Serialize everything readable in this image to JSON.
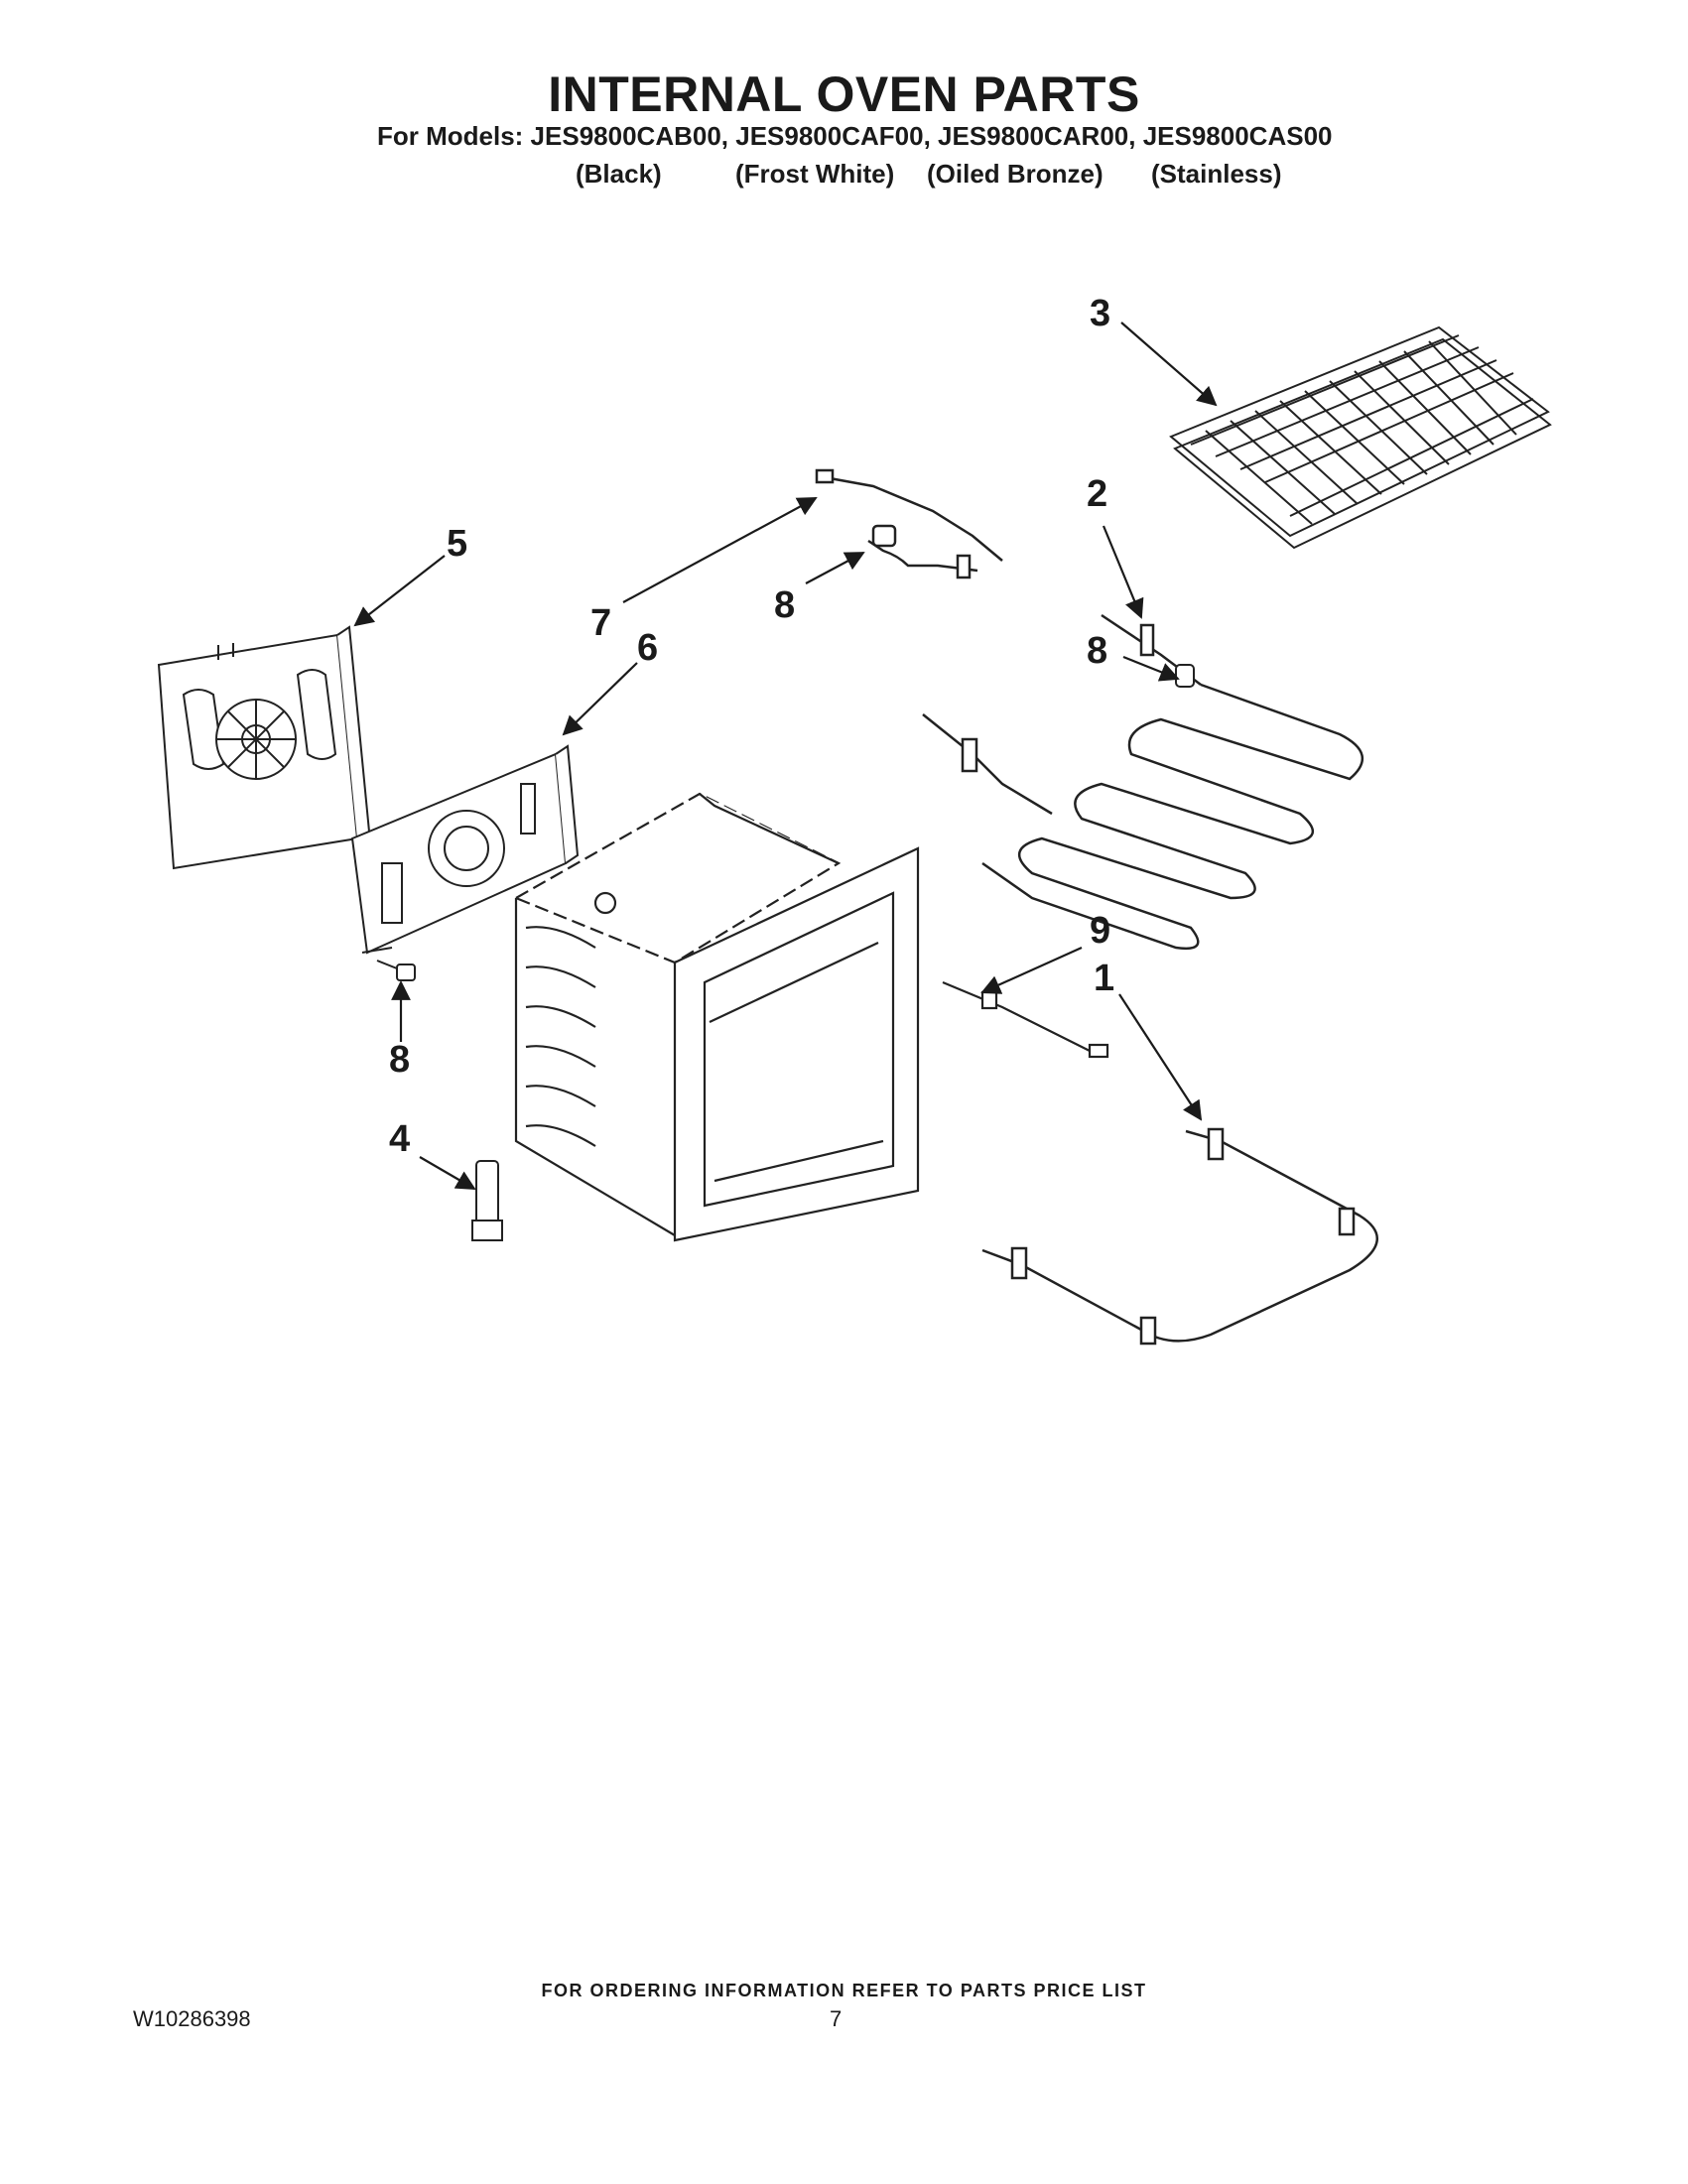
{
  "header": {
    "title": "INTERNAL OVEN PARTS",
    "models_line": "For Models: JES9800CAB00, JES9800CAF00, JES9800CAR00, JES9800CAS00",
    "finishes": [
      "(Black)",
      "(Frost White)",
      "(Oiled Bronze)",
      "(Stainless)"
    ]
  },
  "callouts": {
    "c1": "1",
    "c2": "2",
    "c3": "3",
    "c4": "4",
    "c5": "5",
    "c6": "6",
    "c7": "7",
    "c8a": "8",
    "c8b": "8",
    "c8c": "8",
    "c9": "9"
  },
  "footer": {
    "ordering_note": "FOR ORDERING INFORMATION REFER TO PARTS PRICE LIST",
    "document_number": "W10286398",
    "page_number": "7"
  }
}
